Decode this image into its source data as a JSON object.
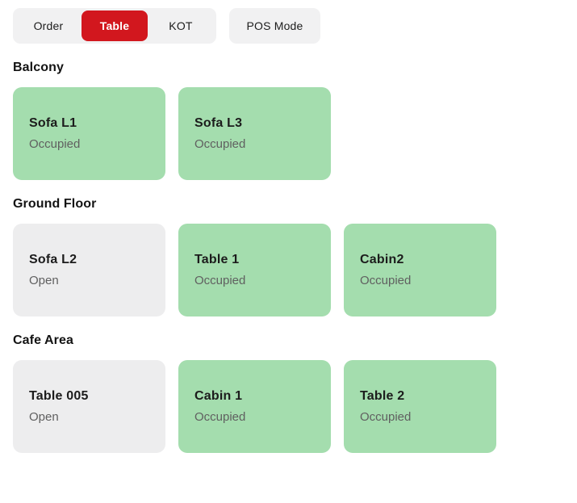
{
  "colors": {
    "active_tab": "#d2171e",
    "active_tab_text": "#ffffff",
    "occupied_card": "#a4ddae",
    "open_card": "#ededee",
    "toolbar_bg": "#f1f1f2",
    "status_text": "#606060"
  },
  "toolbar": {
    "tabs": [
      {
        "label": "Order",
        "active": false
      },
      {
        "label": "Table",
        "active": true
      },
      {
        "label": "KOT",
        "active": false
      }
    ],
    "pos_mode_label": "POS Mode"
  },
  "sections": [
    {
      "title": "Balcony",
      "tables": [
        {
          "name": "Sofa L1",
          "status": "Occupied"
        },
        {
          "name": "Sofa L3",
          "status": "Occupied"
        }
      ]
    },
    {
      "title": "Ground Floor",
      "tables": [
        {
          "name": "Sofa L2",
          "status": "Open"
        },
        {
          "name": "Table 1",
          "status": "Occupied"
        },
        {
          "name": "Cabin2",
          "status": "Occupied"
        }
      ]
    },
    {
      "title": "Cafe Area",
      "tables": [
        {
          "name": "Table 005",
          "status": "Open"
        },
        {
          "name": "Cabin 1",
          "status": "Occupied"
        },
        {
          "name": "Table 2",
          "status": "Occupied"
        }
      ]
    }
  ]
}
